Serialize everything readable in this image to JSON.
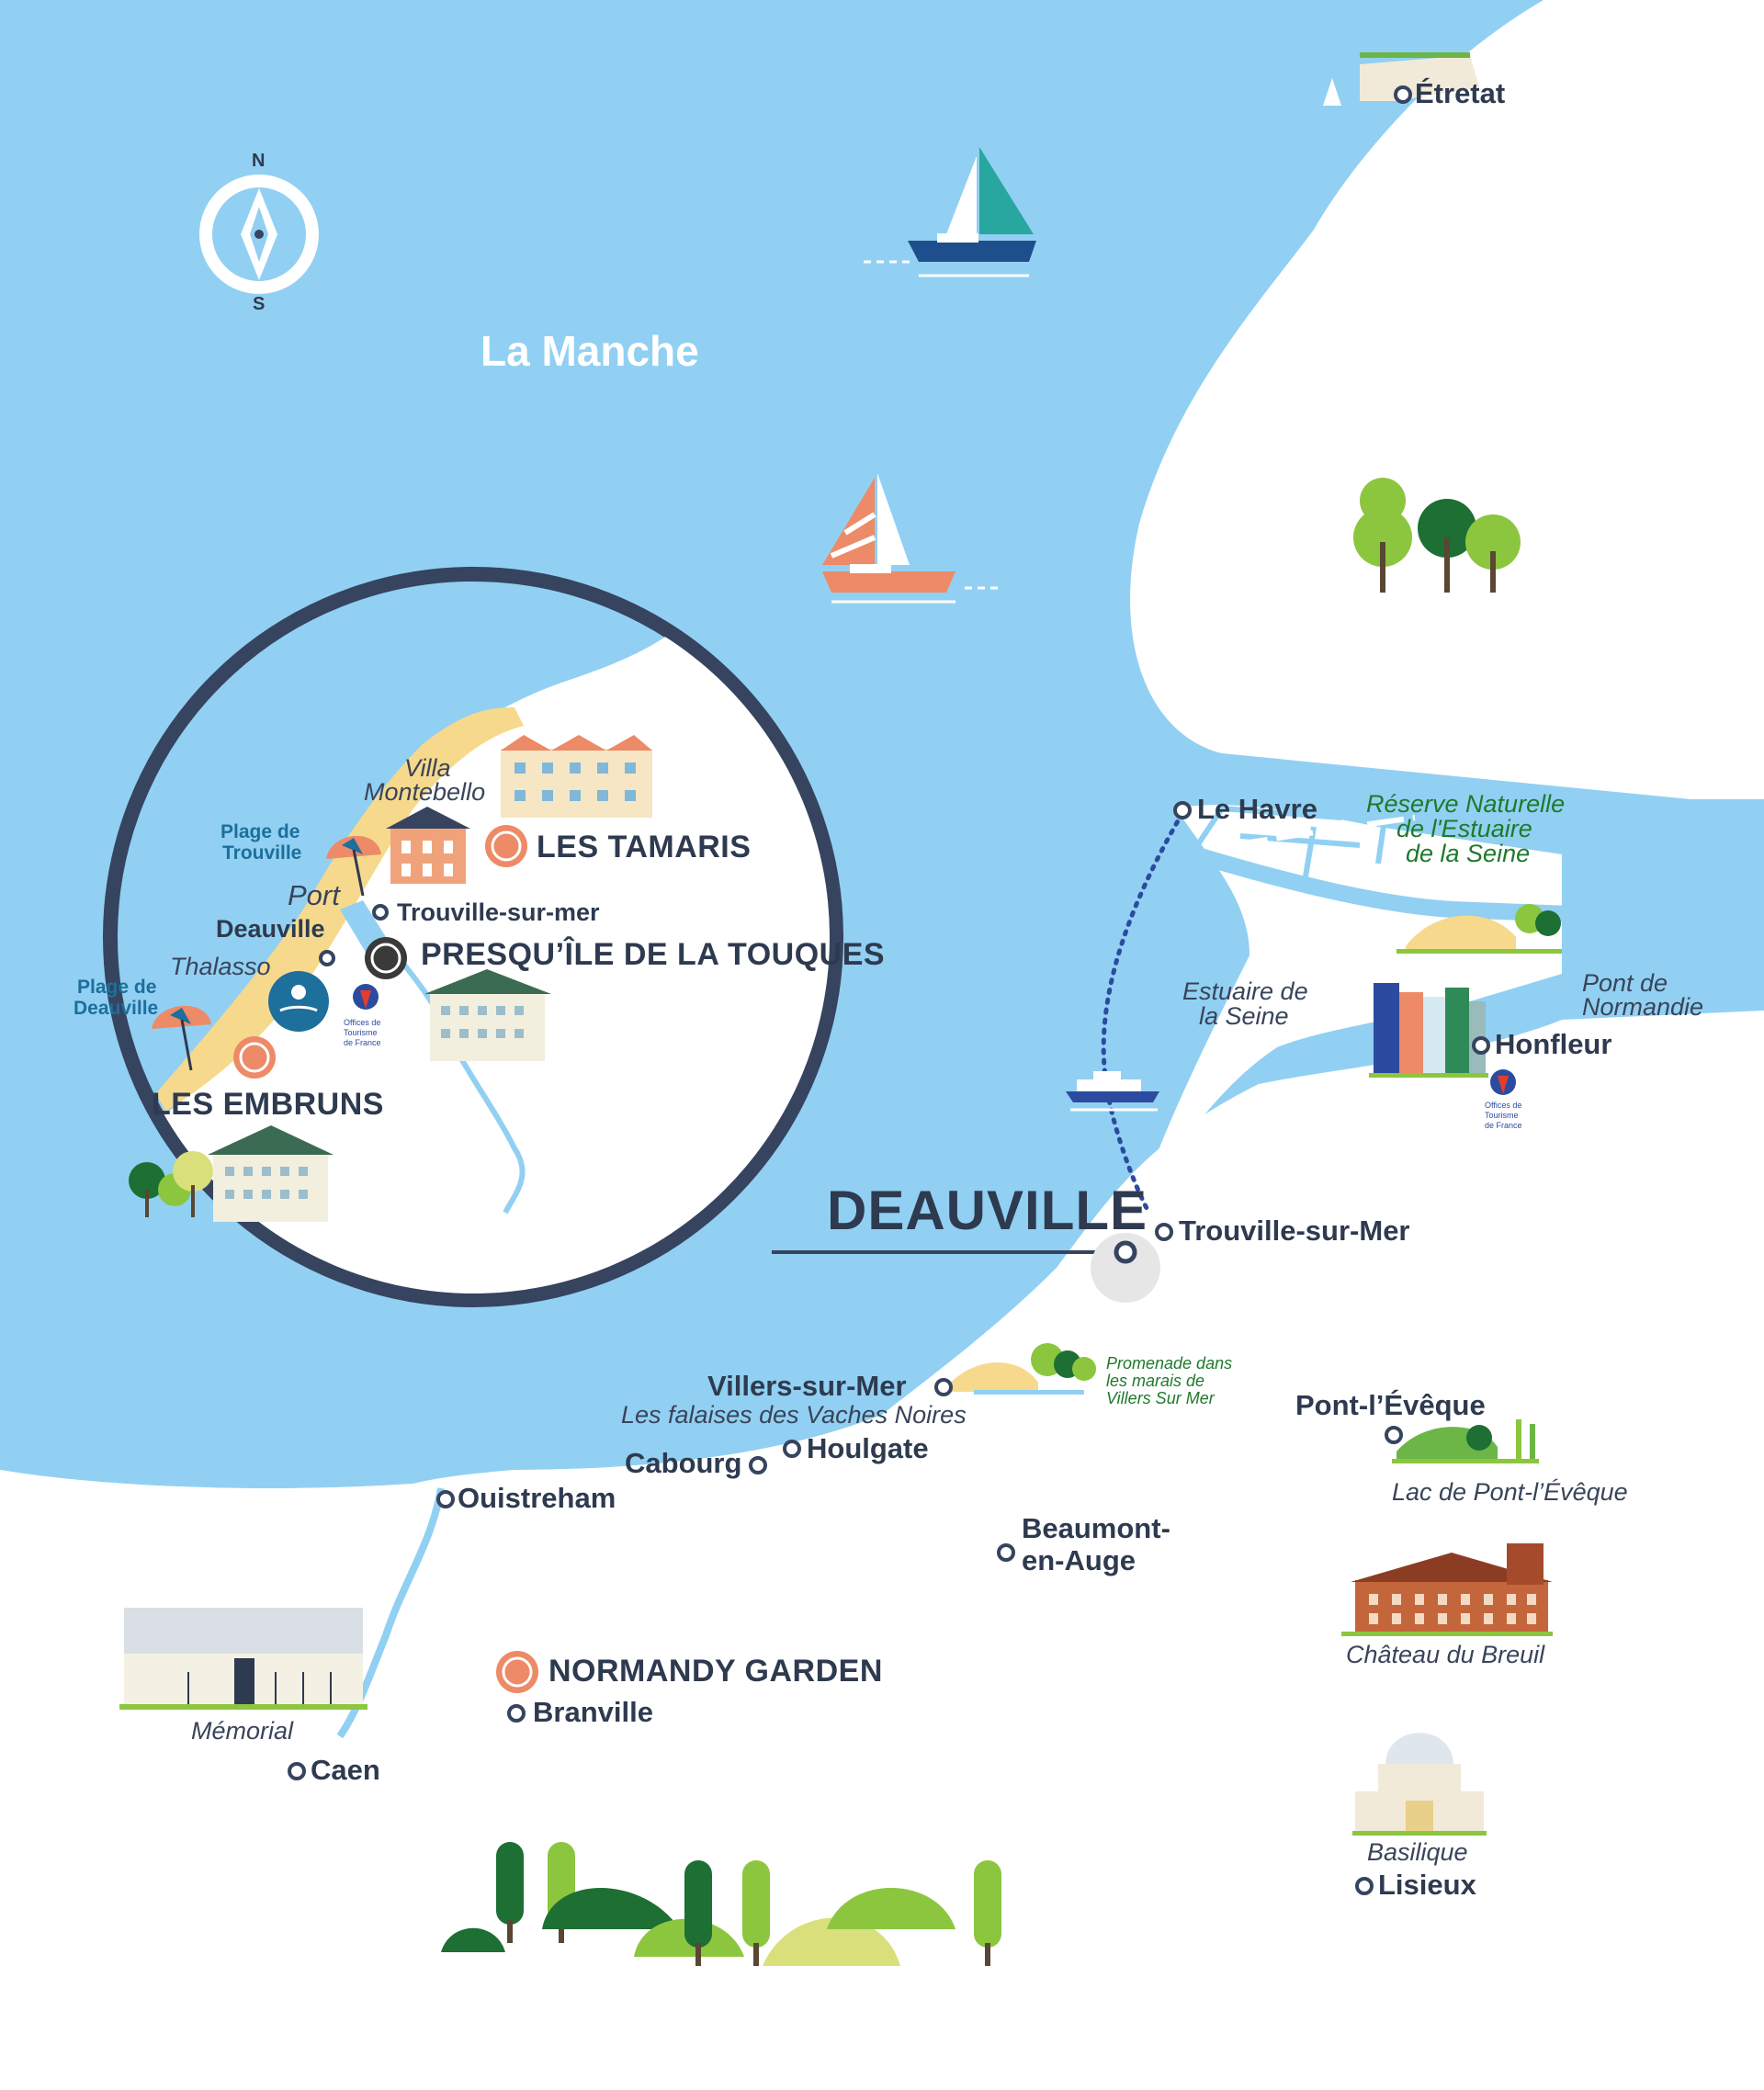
{
  "colors": {
    "sea": "#91d0f2",
    "land": "#ffffff",
    "text": "#2e3a4f",
    "accent": "#ed8a67",
    "circle": "#36445f",
    "sand": "#f6d98c",
    "green_text": "#1e7a2b",
    "blue_text": "#1d6f9c"
  },
  "compass": {
    "north": "N",
    "south": "S",
    "icon": "compass-icon"
  },
  "sea_name": "La Manche",
  "main_city": "DEAUVILLE",
  "cities": {
    "etretat": "Étretat",
    "le_havre": "Le Havre",
    "honfleur": "Honfleur",
    "trouville": "Trouville-sur-Mer",
    "villers": "Villers-sur-Mer",
    "houlgate": "Houlgate",
    "cabourg": "Cabourg",
    "ouistreham": "Ouistreham",
    "caen": "Caen",
    "beaumont_1": "Beaumont-",
    "beaumont_2": "en-Auge",
    "pont_leveque": "Pont-l’Évêque",
    "lisieux": "Lisieux",
    "branville": "Branville"
  },
  "places": {
    "reserve_1": "Réserve Naturelle",
    "reserve_2": "de l'Estuaire",
    "reserve_3": "de la Seine",
    "estuaire_1": "Estuaire de",
    "estuaire_2": "la Seine",
    "pont_norm_1": "Pont de",
    "pont_norm_2": "Normandie",
    "falaises": "Les falaises des Vaches Noires",
    "promenade_1": "Promenade dans",
    "promenade_2": "les marais de",
    "promenade_3": "Villers Sur Mer",
    "lac": "Lac de Pont-l’Évêque",
    "chateau": "Château du Breuil",
    "basilique": "Basilique",
    "memorial": "Mémorial"
  },
  "inset": {
    "villa_1": "Villa",
    "villa_2": "Montebello",
    "plage_trouville_1": "Plage de",
    "plage_trouville_2": "Trouville",
    "port": "Port",
    "deauville": "Deauville",
    "thalasso": "Thalasso",
    "plage_deauville_1": "Plage de",
    "plage_deauville_2": "Deauville",
    "trouville": "Trouville-sur-mer",
    "office_1": "Offices de",
    "office_2": "Tourisme",
    "office_3": "de France"
  },
  "residences": {
    "tamaris": "LES TAMARIS",
    "presquile": "PRESQU’ÎLE DE LA TOUQUES",
    "embruns": "LES EMBRUNS",
    "normandy": "NORMANDY GARDEN"
  }
}
